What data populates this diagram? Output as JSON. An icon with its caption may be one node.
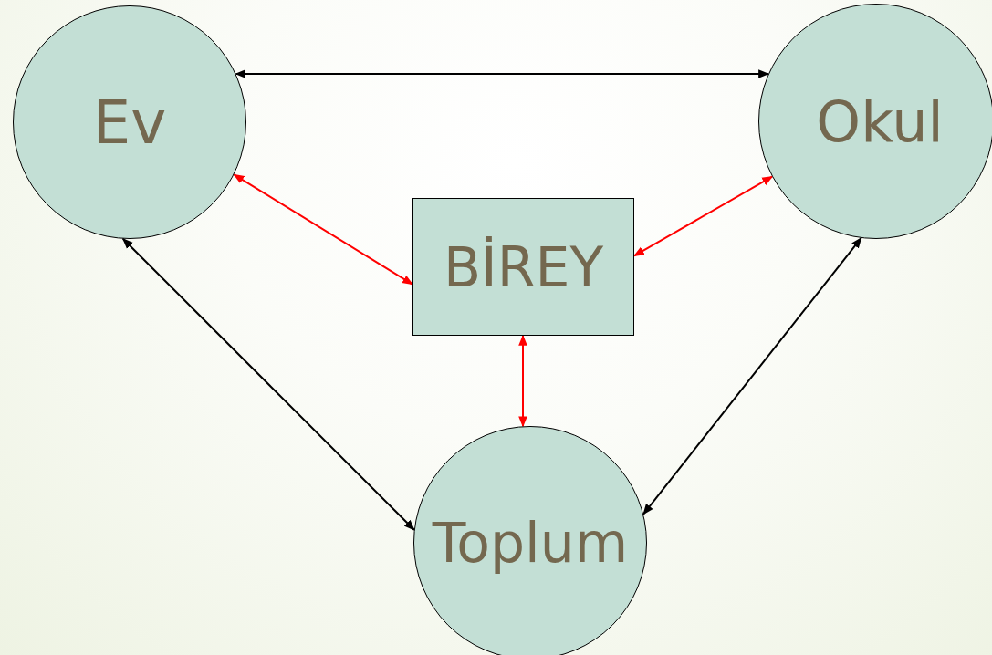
{
  "diagram": {
    "nodes": [
      {
        "text": [
          "Ev"
        ]
      },
      {
        "text": [
          "Okul"
        ]
      },
      {
        "text": [
          "BİREY"
        ]
      },
      {
        "text": [
          "Toplum"
        ]
      }
    ],
    "edges": [
      {
        "from": 0,
        "to": 1,
        "arrow": "both",
        "color": "#000000"
      },
      {
        "from": 0,
        "to": 2,
        "arrow": "both",
        "color": "#ff0000"
      },
      {
        "from": 1,
        "to": 2,
        "arrow": "both",
        "color": "#ff0000"
      },
      {
        "from": 2,
        "to": 3,
        "arrow": "both",
        "color": "#ff0000"
      },
      {
        "from": 0,
        "to": 3,
        "arrow": "both",
        "color": "#000000"
      },
      {
        "from": 1,
        "to": 3,
        "arrow": "both",
        "color": "#000000"
      }
    ]
  }
}
